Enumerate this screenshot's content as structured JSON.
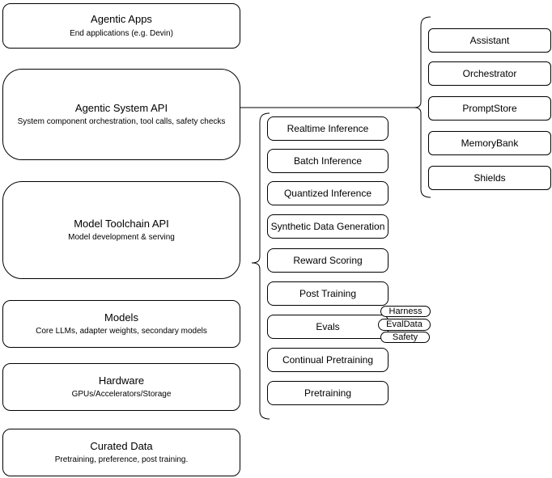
{
  "diagram": {
    "left_stack": [
      {
        "title": "Agentic Apps",
        "subtitle": "End applications (e.g. Devin)"
      },
      {
        "title": "Agentic System API",
        "subtitle": "System component orchestration, tool calls, safety checks"
      },
      {
        "title": "Model Toolchain API",
        "subtitle": "Model development & serving"
      },
      {
        "title": "Models",
        "subtitle": "Core LLMs, adapter weights, secondary models"
      },
      {
        "title": "Hardware",
        "subtitle": "GPUs/Accelerators/Storage"
      },
      {
        "title": "Curated Data",
        "subtitle": "Pretraining, preference, post training."
      }
    ],
    "toolchain": {
      "items": [
        "Realtime Inference",
        "Batch Inference",
        "Quantized Inference",
        "Synthetic Data Generation",
        "Reward Scoring",
        "Post Training",
        "Evals",
        "Continual Pretraining",
        "Pretraining"
      ]
    },
    "evals_tags": [
      "Harness",
      "EvalData",
      "Safety"
    ],
    "system_components": [
      "Assistant",
      "Orchestrator",
      "PromptStore",
      "MemoryBank",
      "Shields"
    ],
    "colors": {
      "node_border": "#000000",
      "node_fill": "#ffffff",
      "text": "#000000",
      "connector": "#000000"
    }
  }
}
